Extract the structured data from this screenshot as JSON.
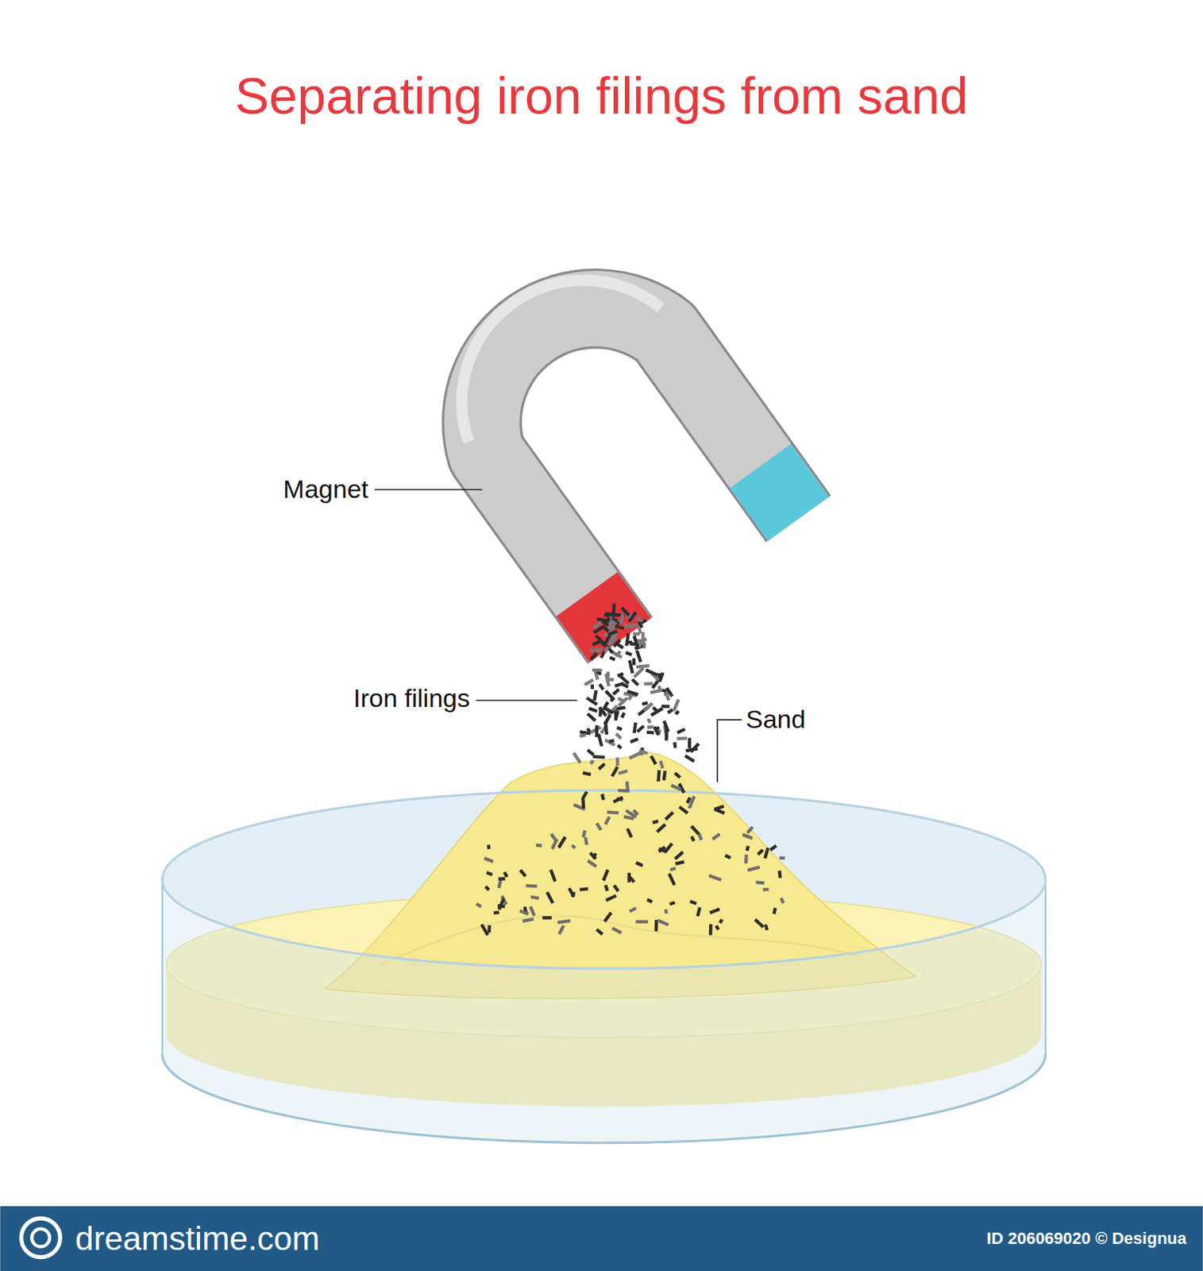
{
  "diagram": {
    "title": "Separating iron filings from sand",
    "labels": [
      "Magnet",
      "Iron filings",
      "Sand",
      "dreamstime.com",
      "ID 206069020 © Designua"
    ]
  }
}
